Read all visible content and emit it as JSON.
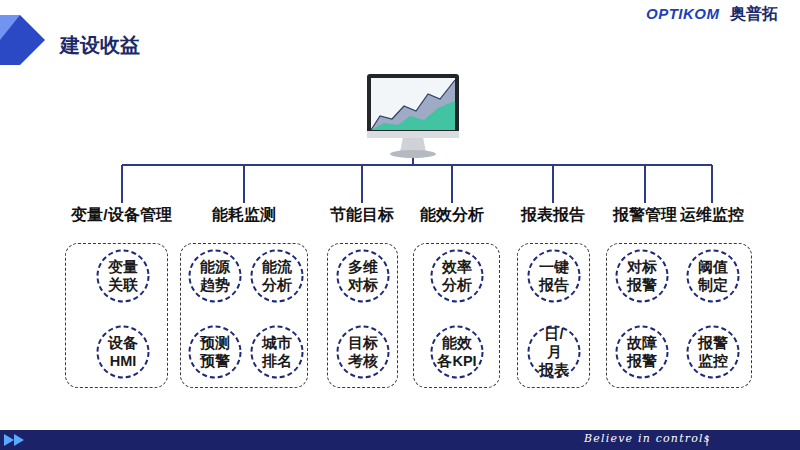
{
  "diagram": {
    "title": "建设收益",
    "nodes": [
      {
        "text": [
          "变量/设备管理"
        ]
      },
      {
        "text": [
          "变量 关联"
        ],
        "in": 0
      },
      {
        "text": [
          "设备 HMI"
        ],
        "in": 0
      },
      {
        "text": [
          "能耗监测"
        ]
      },
      {
        "text": [
          "能源 趋势"
        ],
        "in": 3
      },
      {
        "text": [
          "能流 分析"
        ],
        "in": 3
      },
      {
        "text": [
          "预测 预警"
        ],
        "in": 3
      },
      {
        "text": [
          "城市 排名"
        ],
        "in": 3
      },
      {
        "text": [
          "节能目标"
        ]
      },
      {
        "text": [
          "多维 对标"
        ],
        "in": 8
      },
      {
        "text": [
          "目标 考核"
        ],
        "in": 8
      },
      {
        "text": [
          "能效分析"
        ]
      },
      {
        "text": [
          "效率 分析"
        ],
        "in": 11
      },
      {
        "text": [
          "能效 各KPI"
        ],
        "in": 11
      },
      {
        "text": [
          "报表报告"
        ]
      },
      {
        "text": [
          "一键 报告"
        ],
        "in": 14
      },
      {
        "text": [
          "日/月 报表"
        ],
        "in": 14
      },
      {
        "text": [
          "报警管理",
          "运维监控"
        ]
      },
      {
        "text": [
          "对标 报警"
        ],
        "in": 17
      },
      {
        "text": [
          "阈值 制定"
        ],
        "in": 17
      },
      {
        "text": [
          "故障 报警"
        ],
        "in": 17
      },
      {
        "text": [
          "报警 监控"
        ],
        "in": 17
      }
    ],
    "labels": [
      "OPTIKOM",
      "奥普拓",
      "Believe in controls"
    ]
  }
}
